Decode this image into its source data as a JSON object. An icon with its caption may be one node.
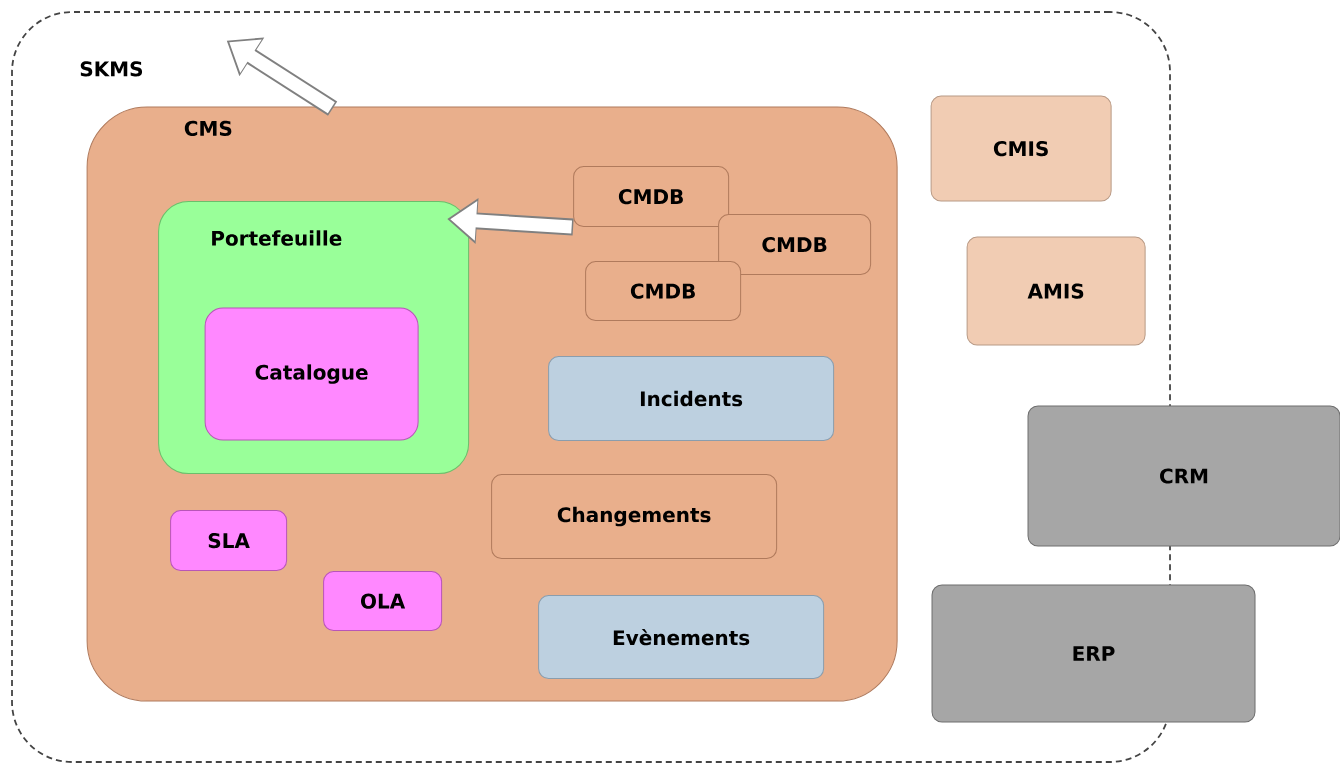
{
  "diagram": {
    "nodes": [
      {
        "text": [
          "SKMS"
        ]
      },
      {
        "text": [
          "CMS"
        ],
        "in": 0
      },
      {
        "text": [
          "Portefeuille"
        ],
        "in": 1
      },
      {
        "text": [
          "Catalogue"
        ],
        "in": 2
      },
      {
        "text": [
          "CMDB"
        ],
        "in": 1
      },
      {
        "text": [
          "CMDB"
        ],
        "in": 1
      },
      {
        "text": [
          "CMDB"
        ],
        "in": 1
      },
      {
        "text": [
          "Incidents"
        ],
        "in": 1
      },
      {
        "text": [
          "Changements"
        ],
        "in": 1
      },
      {
        "text": [
          "SLA"
        ],
        "in": 1
      },
      {
        "text": [
          "OLA"
        ],
        "in": 1
      },
      {
        "text": [
          "Evènements"
        ],
        "in": 1
      },
      {
        "text": [
          "CMIS"
        ],
        "in": 0
      },
      {
        "text": [
          "AMIS"
        ],
        "in": 0
      },
      {
        "text": [
          "CRM"
        ]
      },
      {
        "text": [
          "ERP"
        ]
      }
    ],
    "edges": [
      {
        "from": 4,
        "to": 2,
        "arrow": "to"
      },
      {
        "from": 1,
        "to": null,
        "arrow": "to"
      }
    ]
  }
}
